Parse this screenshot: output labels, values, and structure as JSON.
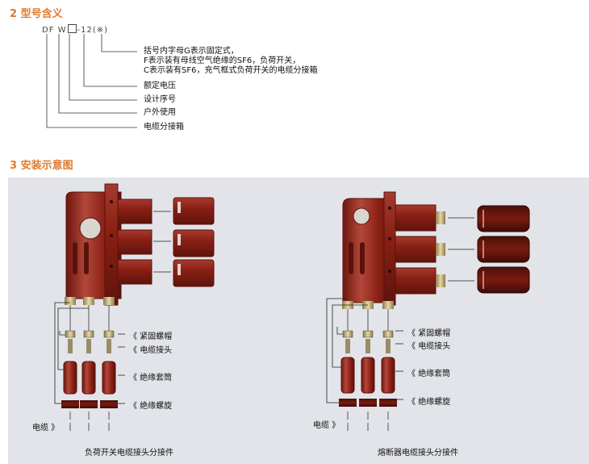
{
  "section2": {
    "title": "2 型号含义",
    "model_code": {
      "prefix": "DF W",
      "suffix": "-12",
      "paren": "(※)"
    },
    "meanings": {
      "mark_line1": "括号内字母G表示固定式，",
      "mark_line2": "F表示装有母线空气绝缘的SF6，负荷开关，",
      "mark_line3": "C表示装有SF6，充气框式负荷开关的电缆分接箱",
      "rated_voltage": "额定电压",
      "design_serial": "设计序号",
      "outdoor_use": "户外使用",
      "cable_box": "电缆分接箱"
    }
  },
  "section3": {
    "title": "3 安装示意图",
    "left_diagram": {
      "labels": {
        "locknut": "紧固螺帽",
        "cable_joint": "电缆接头",
        "insulating_sleeve": "绝缘套筒",
        "insulating_screw": "绝缘螺旋",
        "cable": "电缆"
      },
      "caption": "负荷开关电缆接头分接件"
    },
    "right_diagram": {
      "labels": {
        "locknut": "紧固螺帽",
        "cable_joint": "电缆接头",
        "insulating_sleeve": "绝缘套筒",
        "insulating_screw": "绝缘螺旋",
        "cable": "电缆"
      },
      "caption": "熔断器电缆接头分接件"
    },
    "arrow_symbol": "《",
    "cable_arrow_symbol": "》"
  },
  "colors": {
    "heading": "#e07a2e",
    "component": "#8a1f14",
    "component_highlight": "#b2483a",
    "panel": "#e2e4e9"
  }
}
